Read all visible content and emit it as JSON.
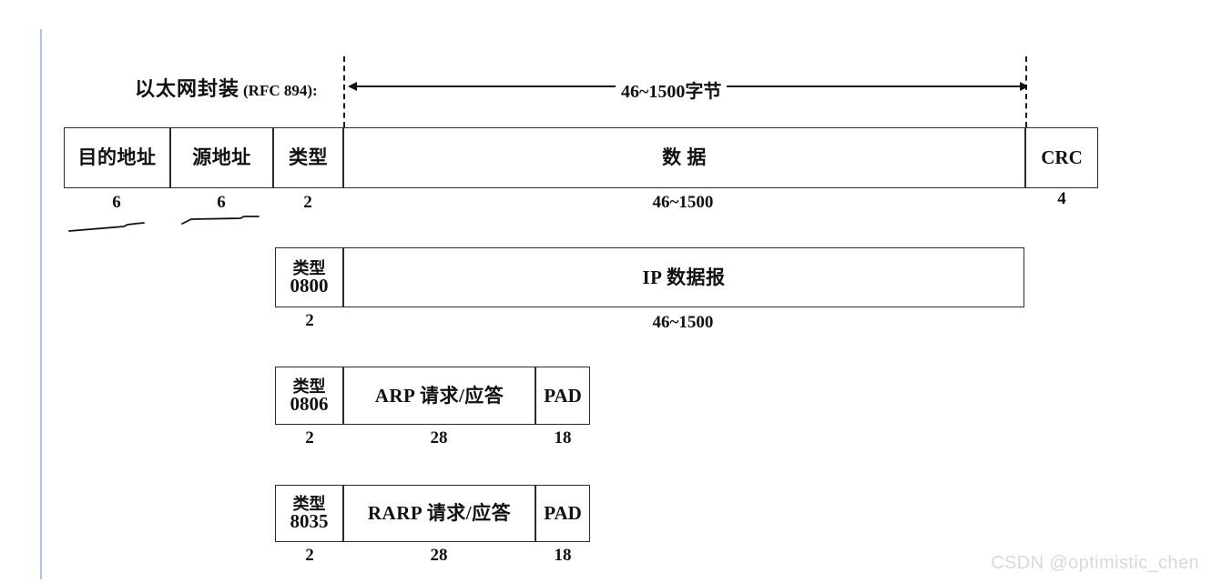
{
  "figure": {
    "encapsulation_label_cjk": "以太网封装",
    "encapsulation_label_rfc": "(RFC 894):",
    "payload_span_text": "46~1500字节",
    "watermark": "CSDN @optimistic_chen"
  },
  "ethernet_frame": {
    "fields": [
      {
        "label": "目的地址",
        "size": "6"
      },
      {
        "label": "源地址",
        "size": "6"
      },
      {
        "label": "类型",
        "size": "2"
      },
      {
        "label": "数 据",
        "size": "46~1500"
      },
      {
        "label": "CRC",
        "size": "4"
      }
    ]
  },
  "ip_row": {
    "type_label": "类型",
    "type_value": "0800",
    "type_size": "2",
    "payload_label": "IP 数据报",
    "payload_size": "46~1500"
  },
  "arp_row": {
    "type_label": "类型",
    "type_value": "0806",
    "type_size": "2",
    "payload_label": "ARP 请求/应答",
    "payload_size": "28",
    "pad_label": "PAD",
    "pad_size": "18"
  },
  "rarp_row": {
    "type_label": "类型",
    "type_value": "8035",
    "type_size": "2",
    "payload_label": "RARP 请求/应答",
    "payload_size": "28",
    "pad_label": "PAD",
    "pad_size": "18"
  },
  "chart_data": {
    "type": "table",
    "title": "以太网封装 (RFC 894) 帧格式",
    "rows": [
      {
        "name": "ethernet-frame",
        "cells": [
          {
            "label": "目的地址",
            "bytes": "6"
          },
          {
            "label": "源地址",
            "bytes": "6"
          },
          {
            "label": "类型",
            "bytes": "2"
          },
          {
            "label": "数 据",
            "bytes": "46~1500"
          },
          {
            "label": "CRC",
            "bytes": "4"
          }
        ]
      },
      {
        "name": "ip-datagram",
        "cells": [
          {
            "label": "类型 0800",
            "bytes": "2"
          },
          {
            "label": "IP 数据报",
            "bytes": "46~1500"
          }
        ]
      },
      {
        "name": "arp-request-reply",
        "cells": [
          {
            "label": "类型 0806",
            "bytes": "2"
          },
          {
            "label": "ARP 请求/应答",
            "bytes": "28"
          },
          {
            "label": "PAD",
            "bytes": "18"
          }
        ]
      },
      {
        "name": "rarp-request-reply",
        "cells": [
          {
            "label": "类型 8035",
            "bytes": "2"
          },
          {
            "label": "RARP 请求/应答",
            "bytes": "28"
          },
          {
            "label": "PAD",
            "bytes": "18"
          }
        ]
      }
    ],
    "annotations": [
      {
        "text": "46~1500字节",
        "spans": "data field of the ethernet frame"
      }
    ]
  }
}
